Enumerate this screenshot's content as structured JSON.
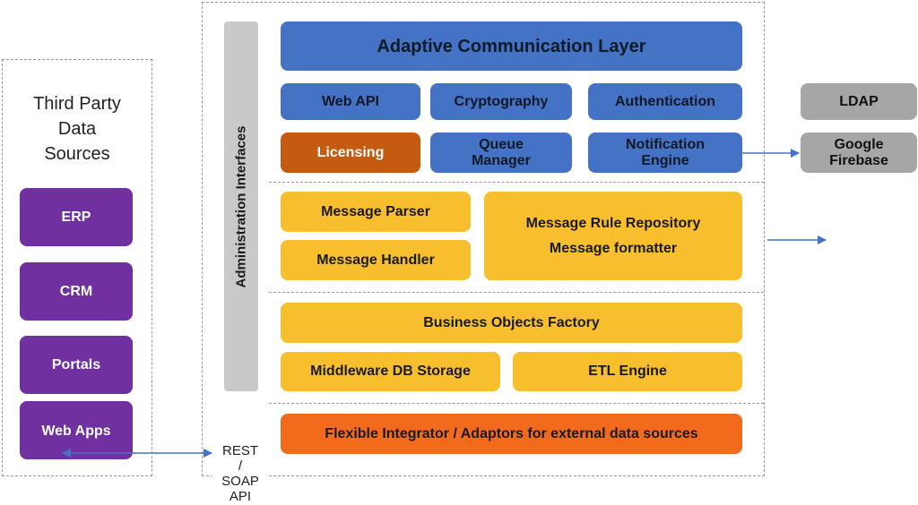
{
  "third_party": {
    "title_lines": [
      "Third Party",
      "Data",
      "Sources"
    ],
    "items": [
      "ERP",
      "CRM",
      "Portals",
      "Web Apps"
    ]
  },
  "admin_interfaces": "Administration Interfaces",
  "api": {
    "lines": [
      "REST",
      "/",
      "SOAP",
      "API"
    ]
  },
  "communication": {
    "title": "Adaptive Communication Layer",
    "web_api": "Web API",
    "cryptography": "Cryptography",
    "authentication": "Authentication",
    "licensing": "Licensing",
    "queue_manager": [
      "Queue",
      "Manager"
    ],
    "notification_engine": [
      "Notification",
      "Engine"
    ]
  },
  "external": {
    "ldap": "LDAP",
    "google_firebase": [
      "Google",
      "Firebase"
    ]
  },
  "messaging": {
    "parser": "Message Parser",
    "handler": "Message Handler",
    "rule_repository": "Message Rule Repository",
    "formatter": "Message formatter"
  },
  "business": {
    "factory": "Business Objects Factory",
    "storage": "Middleware DB Storage",
    "etl": "ETL Engine"
  },
  "integrator": "Flexible Integrator / Adaptors for external data sources",
  "colors": {
    "blue": "#4472c4",
    "orange": "#c55a11",
    "yellow": "#f7bf2d",
    "deep_orange": "#f26b1d",
    "gray": "#a6a6a6",
    "purple": "#7030a0",
    "arrow": "#4472c4"
  }
}
